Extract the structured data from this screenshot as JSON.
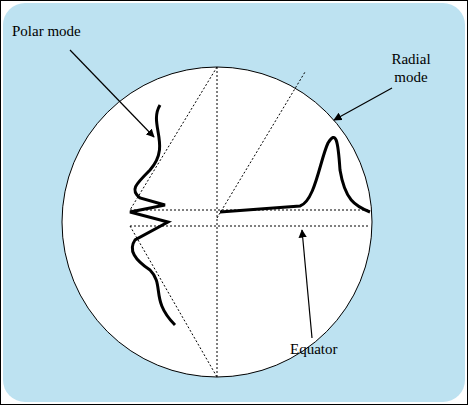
{
  "diagram": {
    "labels": [
      "Polar mode",
      "Radial mode",
      "Equator"
    ]
  }
}
